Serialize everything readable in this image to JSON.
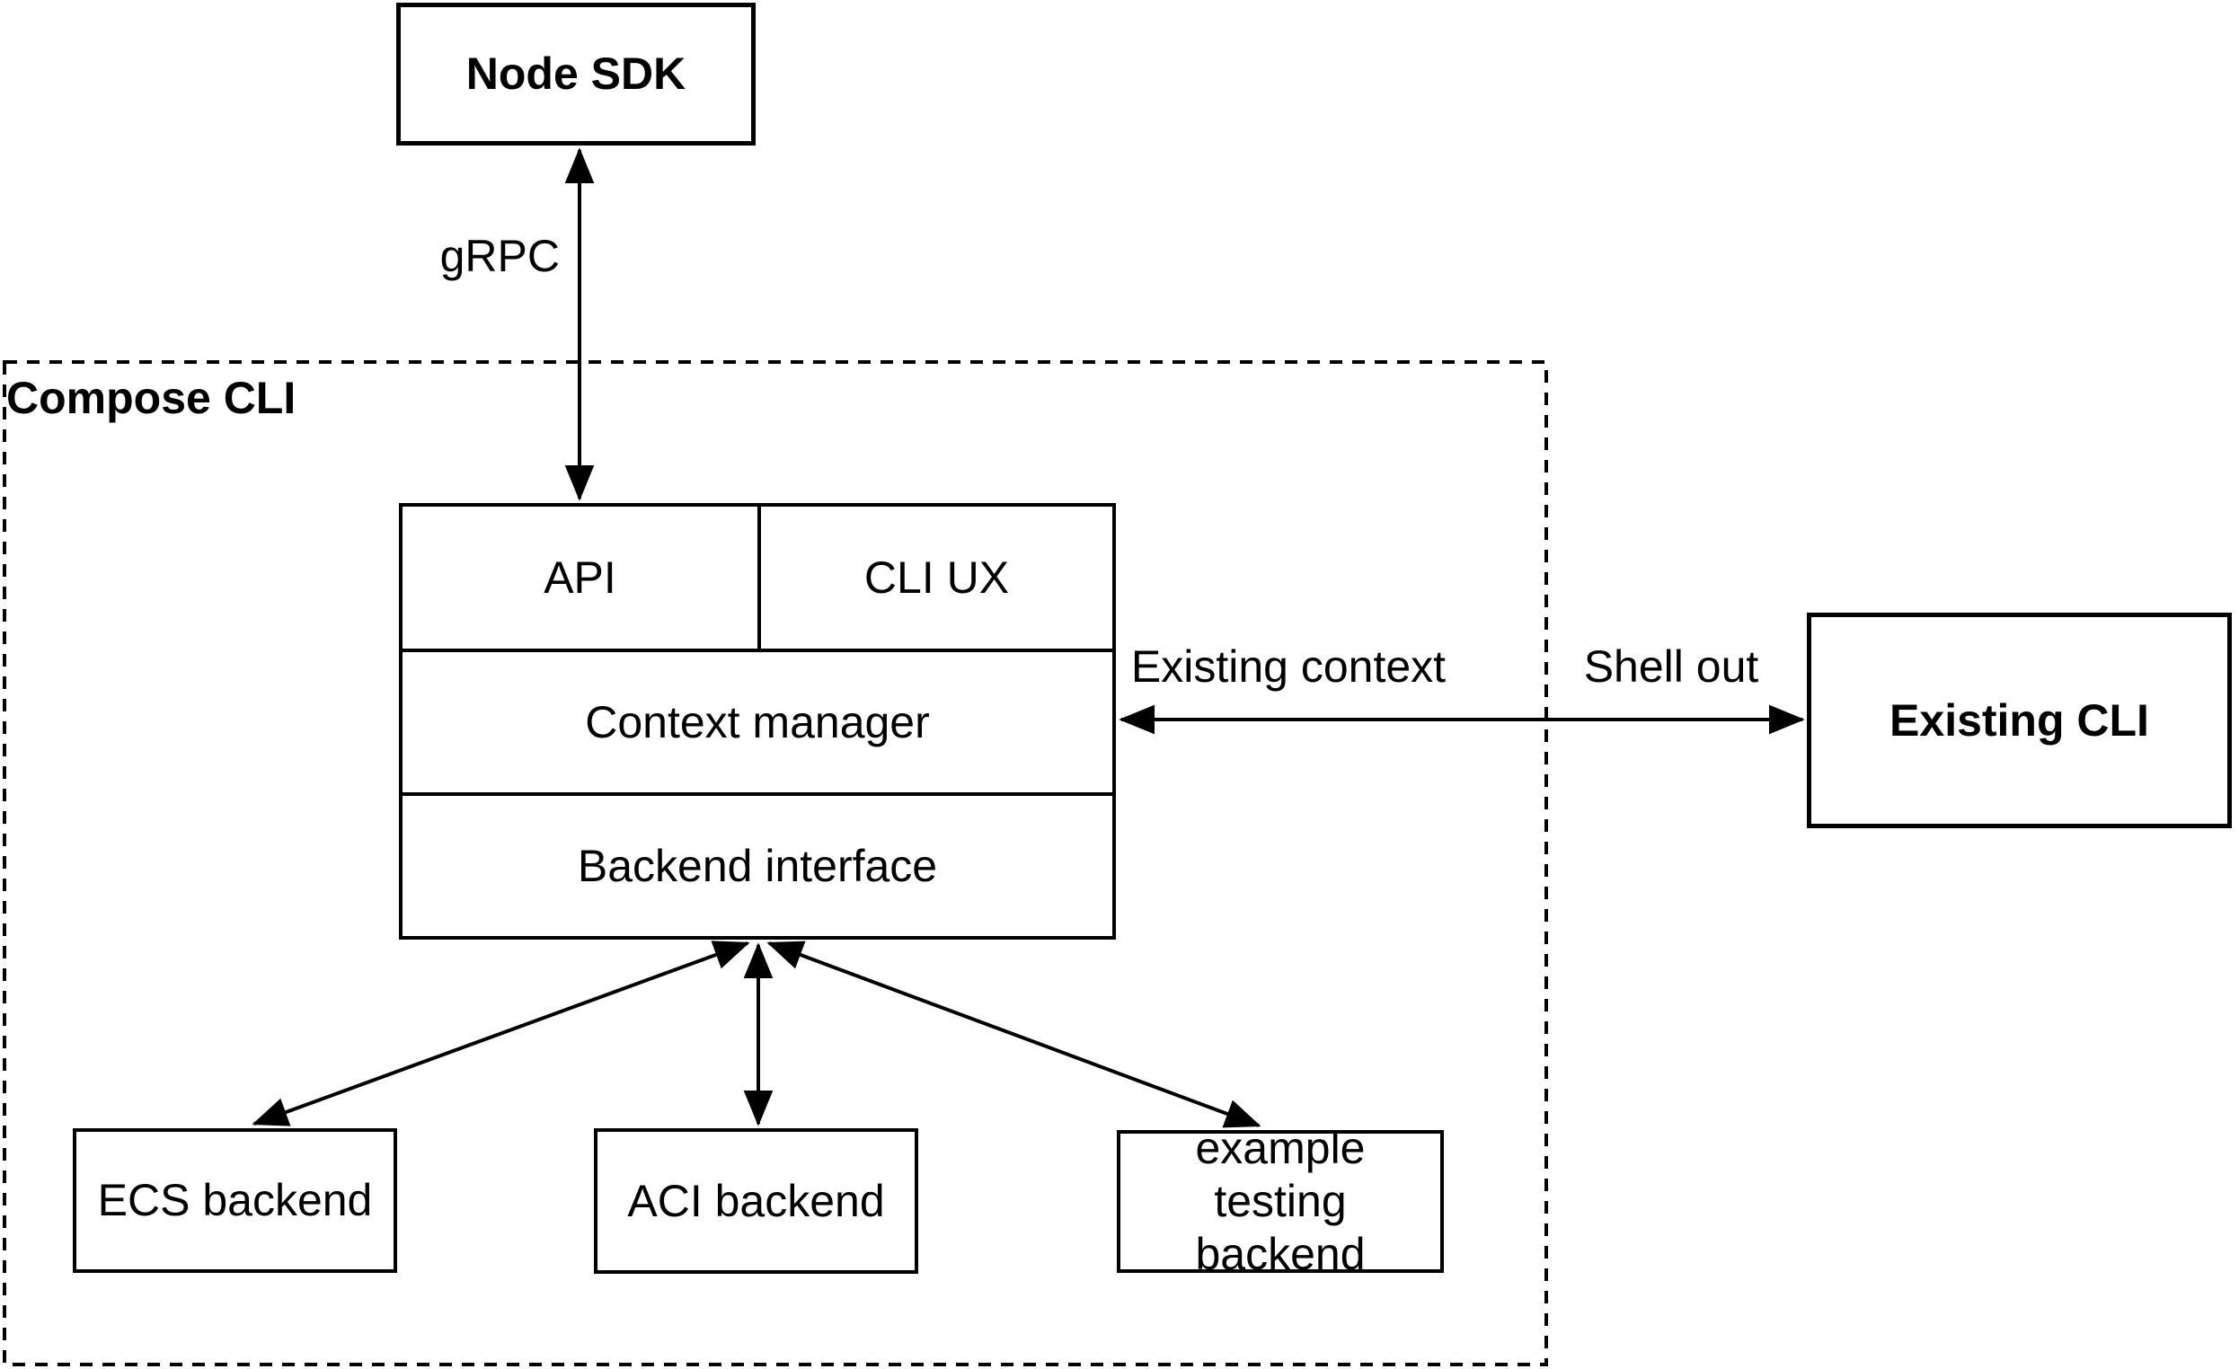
{
  "diagram": {
    "title": "Compose CLI architecture diagram",
    "colors": {
      "background": "#ffffff",
      "stroke": "#000000",
      "text": "#000000"
    },
    "container": {
      "label": "Compose CLI",
      "border_style": "dashed"
    },
    "nodes": {
      "node_sdk": {
        "label": "Node SDK"
      },
      "api": {
        "label": "API"
      },
      "cli_ux": {
        "label": "CLI UX"
      },
      "context_manager": {
        "label": "Context manager"
      },
      "backend_interface": {
        "label": "Backend interface"
      },
      "ecs_backend": {
        "label": "ECS backend"
      },
      "aci_backend": {
        "label": "ACI backend"
      },
      "example_testing_backend": {
        "label": "example testing backend"
      },
      "existing_cli": {
        "label": "Existing CLI"
      }
    },
    "edges": {
      "grpc": {
        "label": "gRPC",
        "type": "bidirectional",
        "from": "Node SDK",
        "to": "API"
      },
      "existing_context": {
        "label": "Existing context",
        "type": "bidirectional",
        "from": "Context manager",
        "to": "Existing CLI"
      },
      "shell_out": {
        "label": "Shell out",
        "from": "Context manager",
        "to": "Existing CLI"
      },
      "backend_to_ecs": {
        "label": "",
        "type": "bidirectional",
        "from": "Backend interface",
        "to": "ECS backend"
      },
      "backend_to_aci": {
        "label": "",
        "type": "bidirectional",
        "from": "Backend interface",
        "to": "ACI backend"
      },
      "backend_to_example": {
        "label": "",
        "type": "bidirectional",
        "from": "Backend interface",
        "to": "example testing backend"
      }
    }
  }
}
